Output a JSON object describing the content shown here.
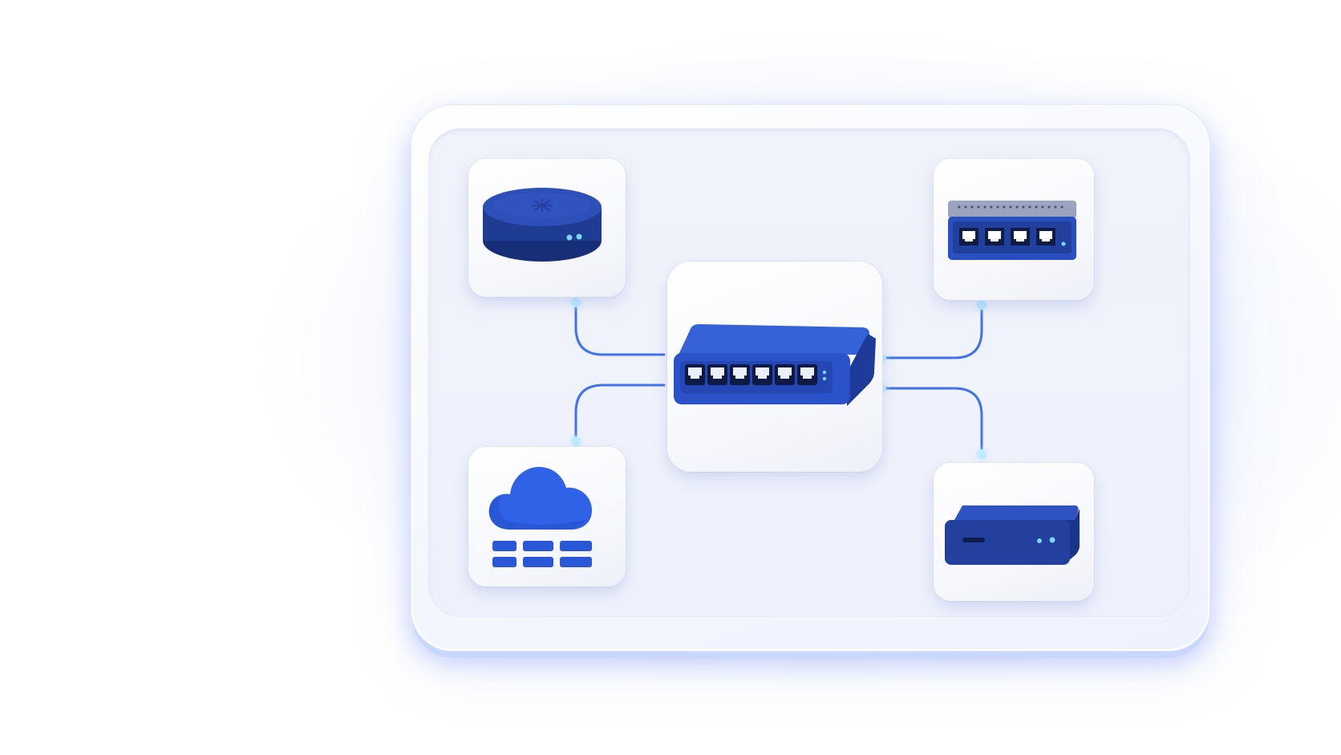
{
  "colors": {
    "device_dark": "#1f3c93",
    "device_mid": "#2a4fc0",
    "device_light": "#3d6ae0",
    "link": "#3f73ee",
    "glow": "#8fd9ff",
    "cloud": "#2f62e6"
  },
  "diagram": {
    "center": {
      "icon": "network-switch-icon",
      "ports": 6
    },
    "nodes": [
      {
        "id": "router",
        "icon": "round-router-icon",
        "position": "top-left"
      },
      {
        "id": "patch-panel",
        "icon": "patch-panel-switch-icon",
        "position": "top-right",
        "ports": 4
      },
      {
        "id": "cloud",
        "icon": "cloud-datacenter-icon",
        "position": "bottom-left"
      },
      {
        "id": "server",
        "icon": "server-box-icon",
        "position": "bottom-right"
      }
    ],
    "links": [
      {
        "from": "center",
        "to": "router"
      },
      {
        "from": "center",
        "to": "cloud"
      },
      {
        "from": "center",
        "to": "patch-panel"
      },
      {
        "from": "center",
        "to": "server"
      }
    ]
  }
}
